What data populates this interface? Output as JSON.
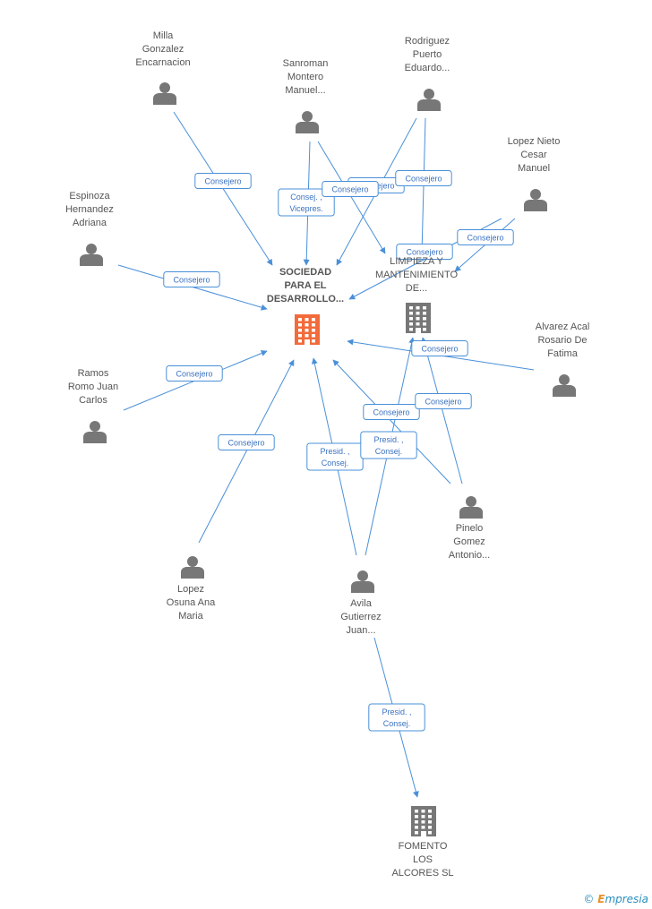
{
  "companies": [
    {
      "id": "sociedad",
      "name": [
        "SOCIEDAD",
        "PARA EL",
        "DESARROLLO..."
      ],
      "main": true
    },
    {
      "id": "limpieza",
      "name": [
        "LIMPIEZA Y",
        "MANTENIMIENTO",
        "DE..."
      ],
      "main": false
    },
    {
      "id": "fomento",
      "name": [
        "FOMENTO",
        "LOS",
        "ALCORES SL"
      ],
      "main": false
    }
  ],
  "people": [
    {
      "id": "milla",
      "name": [
        "Milla",
        "Gonzalez",
        "Encarnacion"
      ]
    },
    {
      "id": "sanroman",
      "name": [
        "Sanroman",
        "Montero",
        "Manuel..."
      ]
    },
    {
      "id": "rodriguez",
      "name": [
        "Rodriguez",
        "Puerto",
        "Eduardo..."
      ]
    },
    {
      "id": "lopeznieto",
      "name": [
        "Lopez Nieto",
        "Cesar",
        "Manuel"
      ]
    },
    {
      "id": "espinoza",
      "name": [
        "Espinoza",
        "Hernandez",
        "Adriana"
      ]
    },
    {
      "id": "alvarez",
      "name": [
        "Alvarez Acal",
        "Rosario De",
        "Fatima"
      ]
    },
    {
      "id": "ramos",
      "name": [
        "Ramos",
        "Romo Juan",
        "Carlos"
      ]
    },
    {
      "id": "pinelo",
      "name": [
        "Pinelo",
        "Gomez",
        "Antonio..."
      ]
    },
    {
      "id": "lopezosuna",
      "name": [
        "Lopez",
        "Osuna Ana",
        "Maria"
      ]
    },
    {
      "id": "avila",
      "name": [
        "Avila",
        "Gutierrez",
        "Juan..."
      ]
    }
  ],
  "relations": [
    {
      "from": "milla",
      "to": "sociedad",
      "label": [
        "Consejero"
      ]
    },
    {
      "from": "sanroman",
      "to": "sociedad",
      "label": [
        "Consej. ,",
        "Vicepres."
      ]
    },
    {
      "from": "sanroman",
      "to": "limpieza",
      "label": [
        "Consejero"
      ]
    },
    {
      "from": "rodriguez",
      "to": "sociedad",
      "label": [
        "Consejero"
      ]
    },
    {
      "from": "rodriguez",
      "to": "limpieza",
      "label": [
        "Consejero"
      ]
    },
    {
      "from": "lopeznieto",
      "to": "sociedad",
      "label": [
        "Consejero"
      ]
    },
    {
      "from": "lopeznieto",
      "to": "limpieza",
      "label": [
        "Consejero"
      ]
    },
    {
      "from": "espinoza",
      "to": "sociedad",
      "label": [
        "Consejero"
      ]
    },
    {
      "from": "alvarez",
      "to": "sociedad",
      "label": [
        "Consejero"
      ]
    },
    {
      "from": "ramos",
      "to": "sociedad",
      "label": [
        "Consejero"
      ]
    },
    {
      "from": "pinelo",
      "to": "sociedad",
      "label": [
        "Consejero"
      ]
    },
    {
      "from": "pinelo",
      "to": "limpieza",
      "label": [
        "Consejero"
      ]
    },
    {
      "from": "lopezosuna",
      "to": "sociedad",
      "label": [
        "Consejero"
      ]
    },
    {
      "from": "avila",
      "to": "sociedad",
      "label": [
        "Presid. ,",
        "Consej."
      ]
    },
    {
      "from": "avila",
      "to": "limpieza",
      "label": [
        "Presid. ,",
        "Consej."
      ]
    },
    {
      "from": "avila",
      "to": "fomento",
      "label": [
        "Presid. ,",
        "Consej."
      ]
    }
  ],
  "footer": {
    "copyright": "©",
    "brand_e": "E",
    "brand_rest": "mpresia"
  },
  "colors": {
    "edge": "#4a90d9",
    "main_company": "#f26b3a",
    "node": "#777777"
  }
}
